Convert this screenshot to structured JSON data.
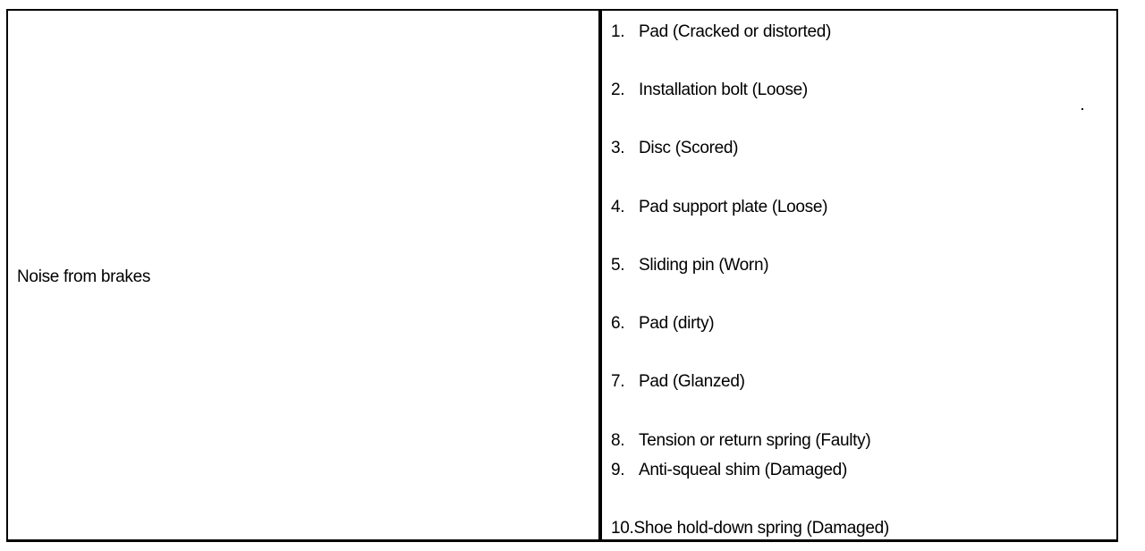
{
  "table": {
    "symptom": "Noise from brakes",
    "causes": [
      {
        "number": "1.",
        "text": "Pad (Cracked or distorted)"
      },
      {
        "number": "2.",
        "text": "Installation bolt (Loose)"
      },
      {
        "number": "3.",
        "text": "Disc (Scored)"
      },
      {
        "number": "4.",
        "text": "Pad support plate (Loose)"
      },
      {
        "number": "5.",
        "text": "Sliding pin (Worn)"
      },
      {
        "number": "6.",
        "text": "Pad (dirty)"
      },
      {
        "number": "7.",
        "text": "Pad (Glanzed)"
      },
      {
        "number": "8.",
        "text": "Tension or return spring (Faulty)"
      },
      {
        "number": "9.",
        "text": "Anti-squeal shim (Damaged)"
      },
      {
        "number": "10.",
        "text": "Shoe hold-down spring (Damaged)"
      }
    ]
  }
}
